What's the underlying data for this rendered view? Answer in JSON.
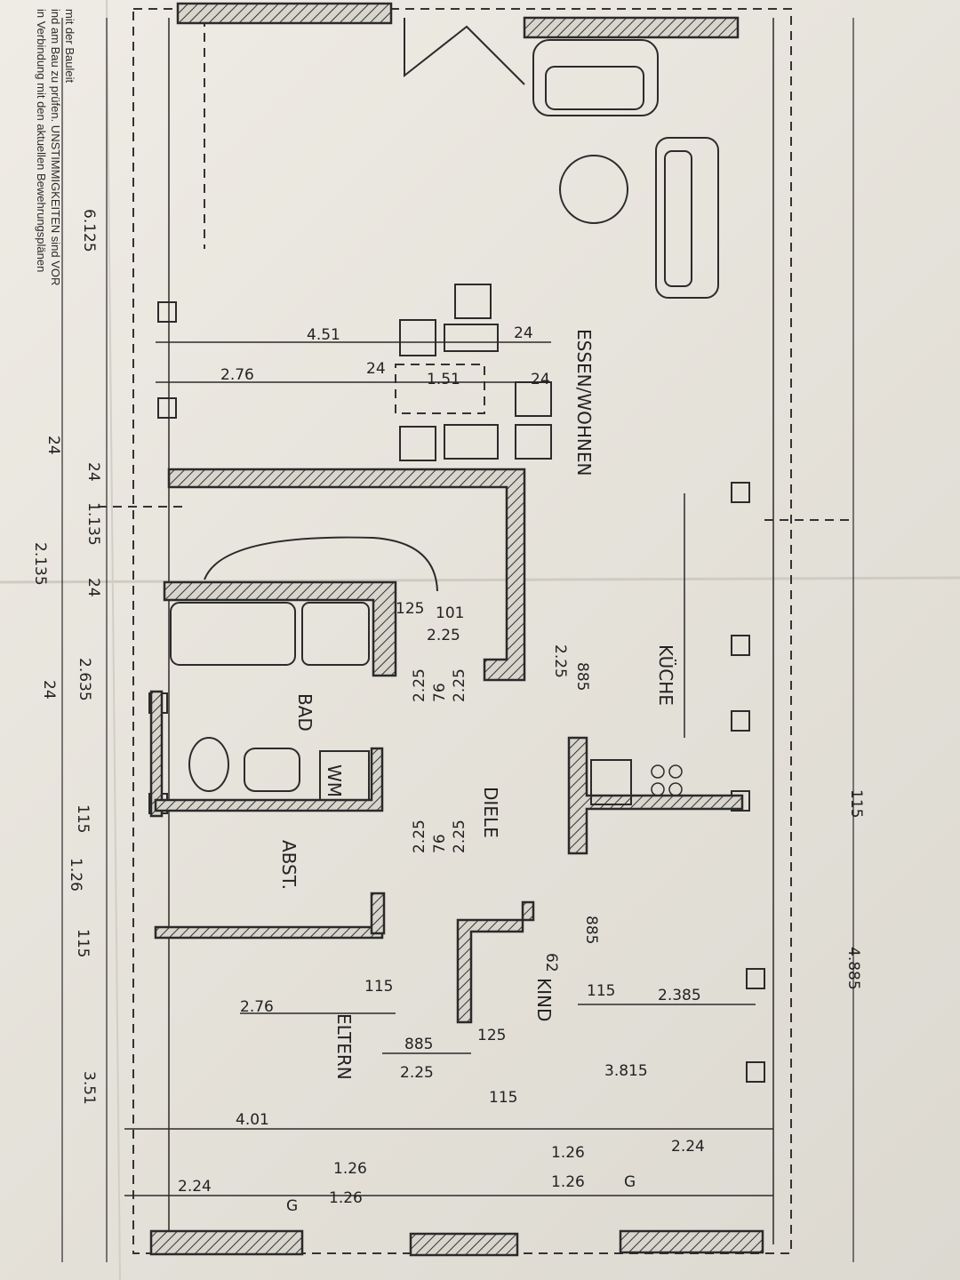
{
  "note_lines": [
    "in Verbindung mit den aktuellen Bewehrungsplänen",
    "ind am Bau zu prüfen.  UNSTIMMIGKEITEN sind VOR",
    "mit der Bauleit"
  ],
  "rooms": {
    "essen_wohnen": "ESSEN/WOHNEN",
    "kueche": "KÜCHE",
    "bad": "BAD",
    "wm": "WM",
    "diele": "DIELE",
    "abst": "ABST.",
    "eltern": "ELTERN",
    "kind": "KIND"
  },
  "dimensions": {
    "d_6125": "6.125",
    "d_451": "4.51",
    "d_276a": "2.76",
    "d_24a": "24",
    "d_151": "1.51",
    "d_24b": "24",
    "d_24c": "24",
    "d_24d": "24",
    "d_1135": "1.135",
    "d_2135": "2.135",
    "d_24e": "24",
    "d_24f": "24",
    "d_2635": "2.635",
    "d_24g": "24",
    "d_115a": "115",
    "d_126a": "1.26",
    "d_115b": "115",
    "d_351": "3.51",
    "d_276b": "2.76",
    "d_115c": "115",
    "d_885a": "885",
    "d_225a": "2.25",
    "d_125a": "125",
    "d_401": "4.01",
    "d_126b": "1.26",
    "d_224a": "2.24",
    "d_126c": "1.26",
    "d_115d": "115",
    "d_3815": "3.815",
    "d_126d": "1.26",
    "d_126e": "1.26",
    "d_224b": "2.24",
    "d_2385": "2.385",
    "d_115e": "115",
    "d_4885": "4.885",
    "d_115f": "115",
    "d_125b": "125",
    "d_101": "101",
    "d_225b": "2.25",
    "d_885b": "885",
    "d_225c": "2.25",
    "d_225d": "2.25",
    "d_76a": "76",
    "d_225e": "2.25",
    "d_225f": "2.25",
    "d_76b": "76",
    "d_225g": "2.25",
    "d_885c": "885",
    "d_62": "62",
    "d_g1": "G",
    "d_g2": "G"
  },
  "colors": {
    "paper": "#e9e6de",
    "ink": "#2a2a2a"
  }
}
